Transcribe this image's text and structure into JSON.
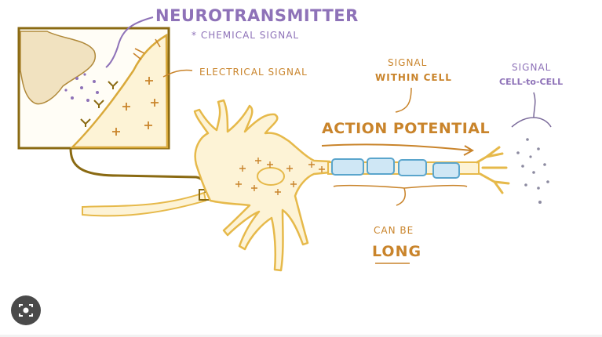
{
  "labels": {
    "neurotransmitter": "NEUROTRANSMITTER",
    "chemical_signal": "* CHEMICAL SIGNAL",
    "electrical_signal": "ELECTRICAL SIGNAL",
    "signal_within_cell_1": "SIGNAL",
    "signal_within_cell_2": "WITHIN CELL",
    "signal_cell_1": "SIGNAL",
    "signal_cell_2": "CELL-to-CELL",
    "action_potential": "ACTION POTENTIAL",
    "can_be": "CAN BE",
    "long": "LONG"
  },
  "colors": {
    "neuron_outline": "#e6b94a",
    "neuron_fill": "#fdf3d6",
    "myelin_fill": "#cfe7f5",
    "myelin_outline": "#5aa5cc",
    "label_purple": "#8e72b8",
    "label_orange": "#c9842b",
    "inset_border": "#8a6a12"
  },
  "lens_button": {
    "icon": "camera-lens-icon"
  }
}
